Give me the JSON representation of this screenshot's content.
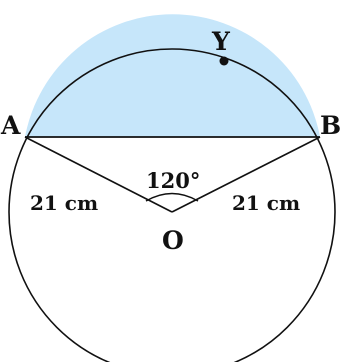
{
  "diagram": {
    "points": {
      "a": "A",
      "b": "B",
      "o": "O",
      "y": "Y"
    },
    "radius_label_left": "21 cm",
    "radius_label_right": "21 cm",
    "angle_label": "120°",
    "colors": {
      "segment_fill": "#c6e6fa",
      "stroke": "#111111",
      "background": "#ffffff"
    }
  }
}
